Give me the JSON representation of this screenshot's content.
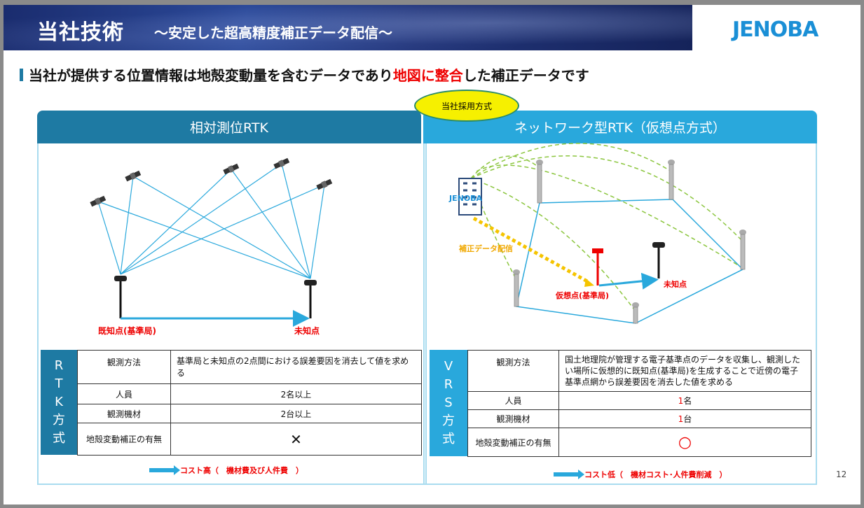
{
  "header": {
    "title": "当社技術",
    "subtitle": "～安定した超高精度補正データ配信～",
    "logo": "JENOBA"
  },
  "headline": {
    "part1": "当社が提供する位置情報は地殻変動量を含むデータであり",
    "highlight": "地図に整合",
    "part2": "した補正データです"
  },
  "badge": "当社採用方式",
  "left": {
    "title": "相対測位RTK",
    "diagram": {
      "known_point": "既知点(基準局)",
      "unknown_point": "未知点"
    },
    "side_label": [
      "R",
      "T",
      "K",
      "方",
      "式"
    ],
    "rows": [
      {
        "key": "観測方法",
        "value": "基準局と未知点の2点間における誤差要因を消去して値を求める"
      },
      {
        "key": "人員",
        "value": "2名以上"
      },
      {
        "key": "観測機材",
        "value": "2台以上"
      },
      {
        "key": "地殻変動補正の有無",
        "value": "✕"
      }
    ],
    "cost": "コスト高（　機材費及び人件費　）"
  },
  "right": {
    "title": "ネットワーク型RTK（仮想点方式）",
    "diagram": {
      "logo": "JENOBA",
      "delivery": "補正データ配信",
      "virtual_point": "仮想点(基準局)",
      "unknown_point": "未知点"
    },
    "side_label": [
      "V",
      "R",
      "S",
      "方",
      "式"
    ],
    "rows": [
      {
        "key": "観測方法",
        "value": "国土地理院が管理する電子基準点のデータを収集し、観測したい場所に仮想的に既知点(基準局)を生成することで近傍の電子基準点網から誤差要因を消去した値を求める"
      },
      {
        "key": "人員",
        "num": "1",
        "unit": "名"
      },
      {
        "key": "観測機材",
        "num": "1",
        "unit": "台"
      },
      {
        "key": "地殻変動補正の有無",
        "value": "○"
      }
    ],
    "cost": "コスト低（　機材コスト･人件費削減　）"
  },
  "page_number": "12",
  "colors": {
    "dark_blue": "#1e7aa3",
    "light_blue": "#29a8dc",
    "red": "#ee0000",
    "yellow": "#f6f000"
  }
}
